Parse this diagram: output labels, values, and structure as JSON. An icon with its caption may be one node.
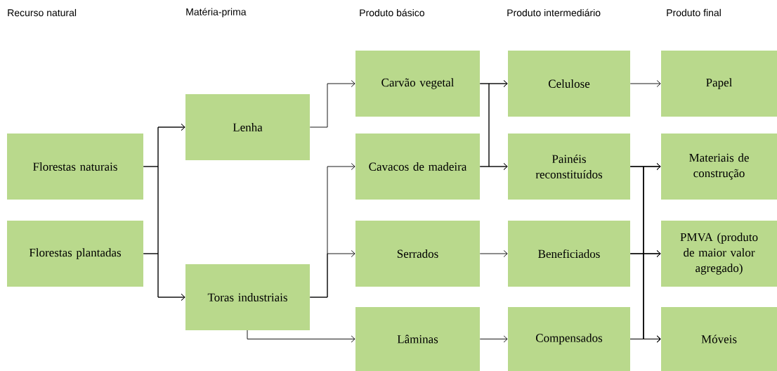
{
  "diagram": {
    "nodes": [
      {
        "text": [
          "Florestas naturais"
        ]
      },
      {
        "text": [
          "Florestas plantadas"
        ]
      },
      {
        "text": [
          "Lenha"
        ]
      },
      {
        "text": [
          "Toras industriais"
        ]
      },
      {
        "text": [
          "Carvão vegetal"
        ]
      },
      {
        "text": [
          "Cavacos de madeira"
        ]
      },
      {
        "text": [
          "Serrados"
        ]
      },
      {
        "text": [
          "Lâminas"
        ]
      },
      {
        "text": [
          "Celulose"
        ]
      },
      {
        "text": [
          "Painéis reconstituídos"
        ]
      },
      {
        "text": [
          "Beneficiados"
        ]
      },
      {
        "text": [
          "Compensados"
        ]
      },
      {
        "text": [
          "Papel"
        ]
      },
      {
        "text": [
          "Materiais de construção"
        ]
      },
      {
        "text": [
          "PMVA (produto de maior valor agregado)"
        ]
      },
      {
        "text": [
          "Móveis"
        ]
      }
    ],
    "edges": [
      {
        "from": 0,
        "to": 2,
        "arrow": "to"
      },
      {
        "from": 0,
        "to": 3,
        "arrow": "to"
      },
      {
        "from": 1,
        "to": 2,
        "arrow": "to"
      },
      {
        "from": 1,
        "to": 3,
        "arrow": "to"
      },
      {
        "from": 2,
        "to": 4,
        "arrow": "to"
      },
      {
        "from": 3,
        "to": 5,
        "arrow": "to"
      },
      {
        "from": 3,
        "to": 6,
        "arrow": "to"
      },
      {
        "from": 3,
        "to": 7,
        "arrow": "to"
      },
      {
        "from": 4,
        "to": 8,
        "arrow": "to"
      },
      {
        "from": 4,
        "to": 9,
        "arrow": "to"
      },
      {
        "from": 5,
        "to": 8,
        "arrow": "to"
      },
      {
        "from": 5,
        "to": 9,
        "arrow": "to"
      },
      {
        "from": 6,
        "to": 10,
        "arrow": "to"
      },
      {
        "from": 7,
        "to": 11,
        "arrow": "to"
      },
      {
        "from": 8,
        "to": 12,
        "arrow": "to"
      },
      {
        "from": 9,
        "to": 13,
        "arrow": "to"
      },
      {
        "from": 9,
        "to": 14,
        "arrow": "to"
      },
      {
        "from": 9,
        "to": 15,
        "arrow": "to"
      },
      {
        "from": 10,
        "to": 13,
        "arrow": "to"
      },
      {
        "from": 10,
        "to": 14,
        "arrow": "to"
      },
      {
        "from": 10,
        "to": 15,
        "arrow": "to"
      },
      {
        "from": 11,
        "to": 13,
        "arrow": "to"
      },
      {
        "from": 11,
        "to": 14,
        "arrow": "to"
      },
      {
        "from": 11,
        "to": 15,
        "arrow": "to"
      }
    ],
    "labels": [
      "Recurso natural",
      "Matéria-prima",
      "Produto básico",
      "Produto intermediário",
      "Produto final"
    ]
  }
}
